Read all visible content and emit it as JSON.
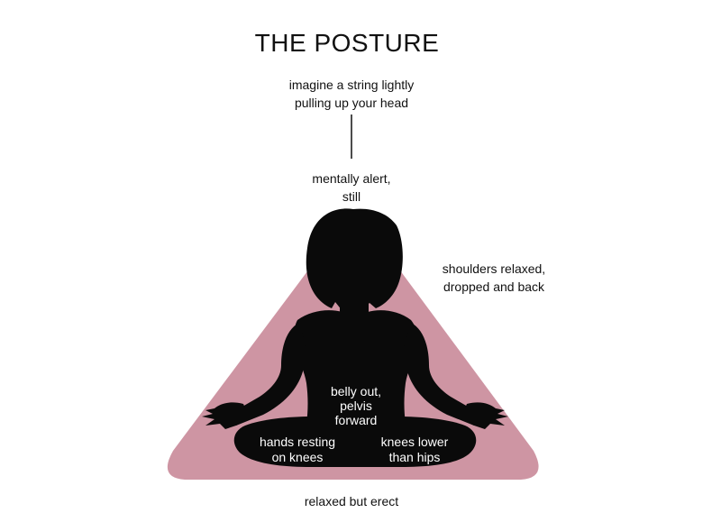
{
  "title": "THE POSTURE",
  "labels": {
    "head_string": [
      "imagine a string lightly",
      "pulling up your head"
    ],
    "alert": [
      "mentally alert,",
      "still"
    ],
    "shoulders": [
      "shoulders relaxed,",
      "dropped and back"
    ],
    "belly": [
      "belly out,",
      "pelvis",
      "forward"
    ],
    "hands": [
      "hands resting",
      "on knees"
    ],
    "knees": [
      "knees lower",
      "than hips"
    ],
    "bottom": "relaxed but erect"
  },
  "colors": {
    "triangle": "#CE95A3",
    "silhouette": "#0a0a0a"
  }
}
